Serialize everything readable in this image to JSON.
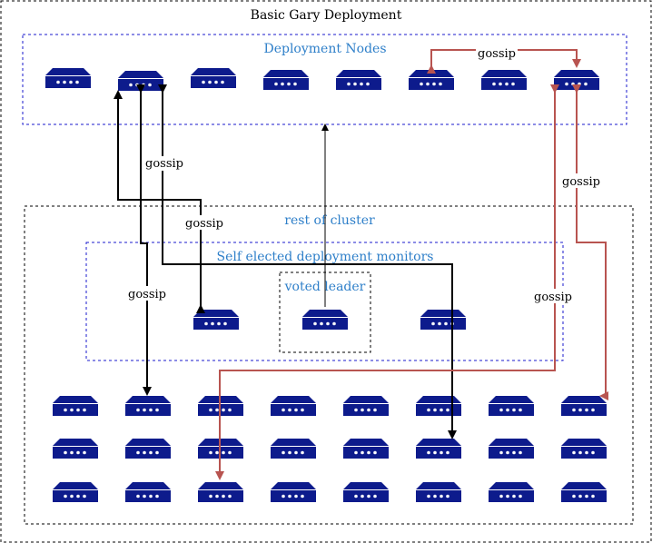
{
  "diagram": {
    "title": "Basic Gary Deployment",
    "groups": {
      "deployment_nodes": "Deployment Nodes",
      "rest_of_cluster": "rest of cluster",
      "monitors": "Self elected deployment monitors",
      "leader": "voted leader"
    },
    "edge_label": "gossip",
    "colors": {
      "server": "#0d1b8c",
      "label_blue": "#2e7fc9",
      "black_edge": "#000000",
      "red_edge": "#b85450",
      "dashed_border": "#000000",
      "inner_border": "#1a1acc"
    }
  }
}
